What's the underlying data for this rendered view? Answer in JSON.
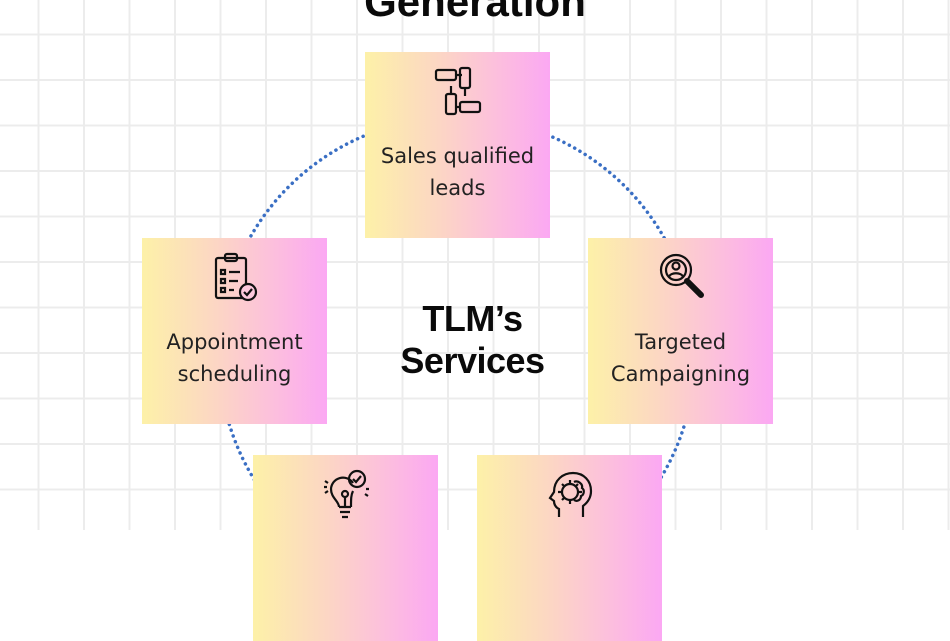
{
  "title": "Generation",
  "center": {
    "line1": "TLM’s",
    "line2": "Services"
  },
  "services": [
    {
      "line1": "Sales qualified",
      "line2": "leads",
      "icon": "hands-teamwork-icon"
    },
    {
      "line1": "Appointment",
      "line2": "scheduling",
      "icon": "clipboard-check-icon"
    },
    {
      "line1": "Targeted",
      "line2": "Campaigning",
      "icon": "search-person-icon"
    },
    {
      "line1": "",
      "line2": "",
      "icon": "lightbulb-check-icon"
    },
    {
      "line1": "",
      "line2": "",
      "icon": "head-gear-brain-icon"
    }
  ],
  "colors": {
    "ring": "#3a6fc4",
    "gradient_start": "#fdf1a8",
    "gradient_end": "#fba8f3"
  }
}
